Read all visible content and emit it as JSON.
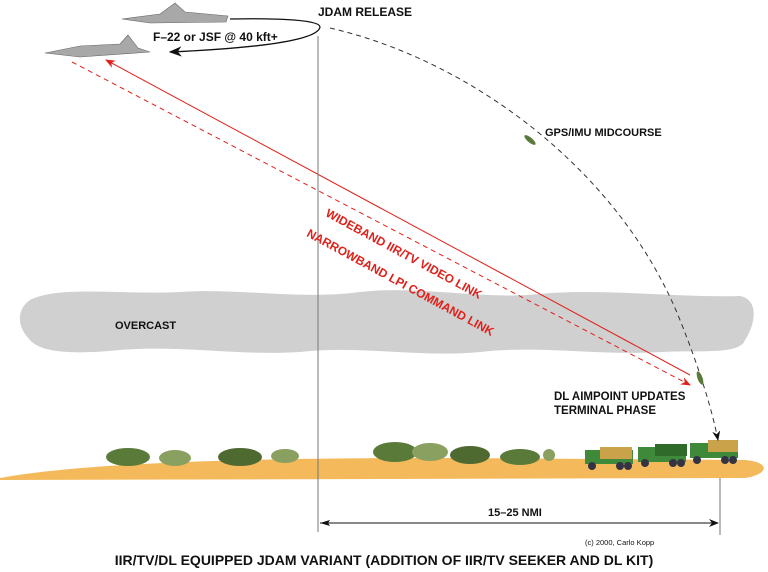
{
  "labels": {
    "release": "JDAM RELEASE",
    "aircraft": "F–22 or JSF @ 40 kft+",
    "midcourse": "GPS/IMU MIDCOURSE",
    "wideband": "WIDEBAND IIR/TV VIDEO LINK",
    "narrowband": "NARROWBAND LPI COMMAND LINK",
    "overcast": "OVERCAST",
    "aimpoint_1": "DL AIMPOINT UPDATES",
    "aimpoint_2": "TERMINAL PHASE",
    "range": "15–25 NMI",
    "copyright": "(c) 2000, Carlo Kopp"
  },
  "title": "IIR/TV/DL EQUIPPED JDAM VARIANT (ADDITION OF IIR/TV SEEKER AND DL KIT)",
  "colors": {
    "link": "#e0201a",
    "ground": "#f4b95a",
    "cloud": "#d0d0d0",
    "bush": "#5a7a3a",
    "aircraft": "#a8a8a8"
  }
}
